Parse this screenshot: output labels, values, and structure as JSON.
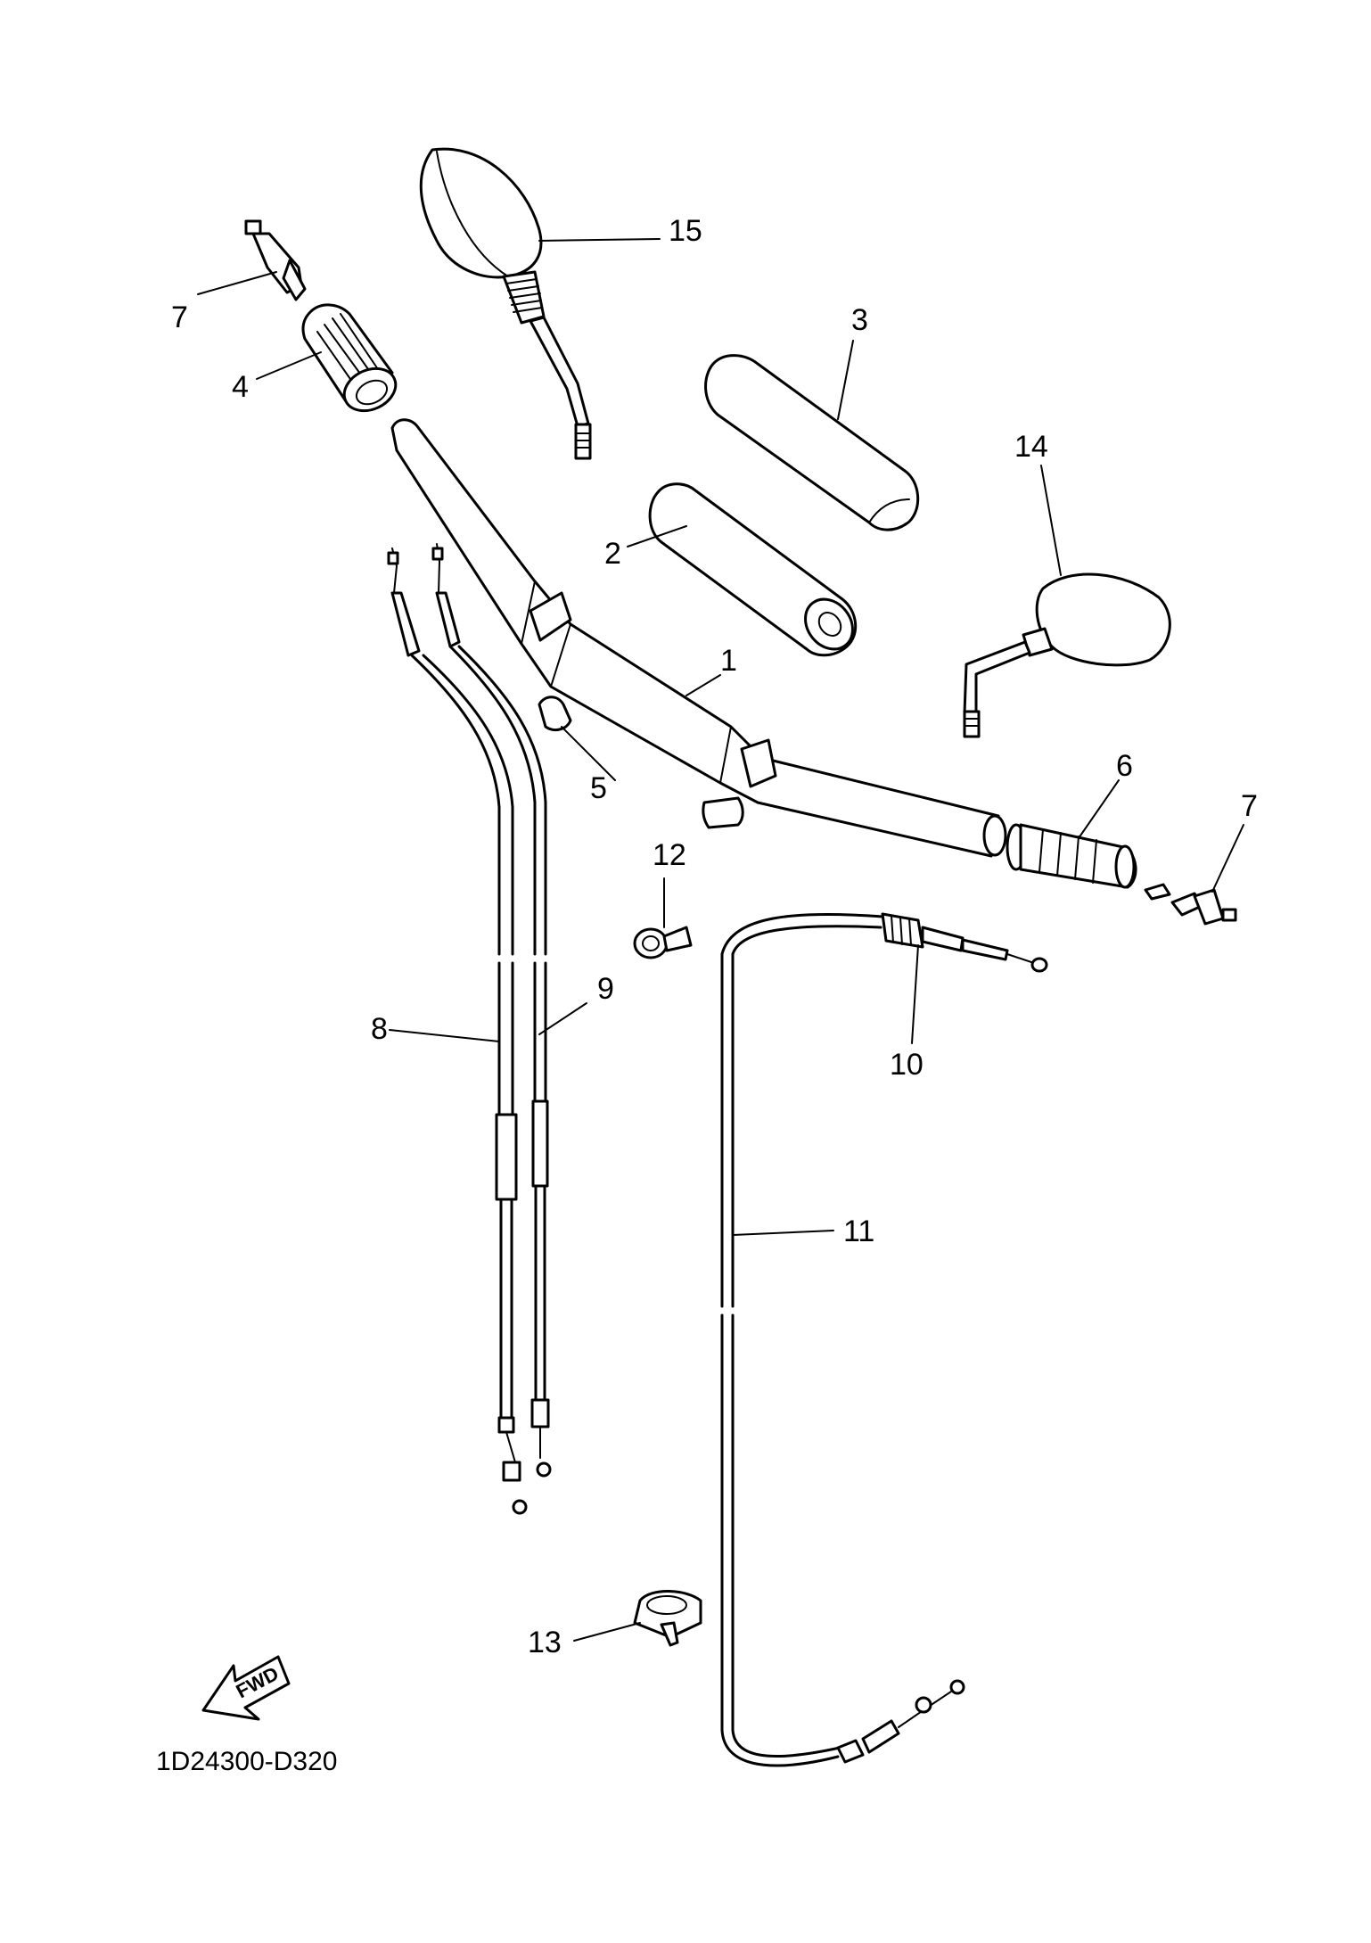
{
  "callouts": {
    "c1": "1",
    "c2": "2",
    "c3": "3",
    "c4": "4",
    "c5": "5",
    "c6": "6",
    "c7a": "7",
    "c7b": "7",
    "c8": "8",
    "c9": "9",
    "c10": "10",
    "c11": "11",
    "c12": "12",
    "c13": "13",
    "c14": "14",
    "c15": "15"
  },
  "fwd_label": "FWD",
  "diagram_code": "1D24300-D320"
}
